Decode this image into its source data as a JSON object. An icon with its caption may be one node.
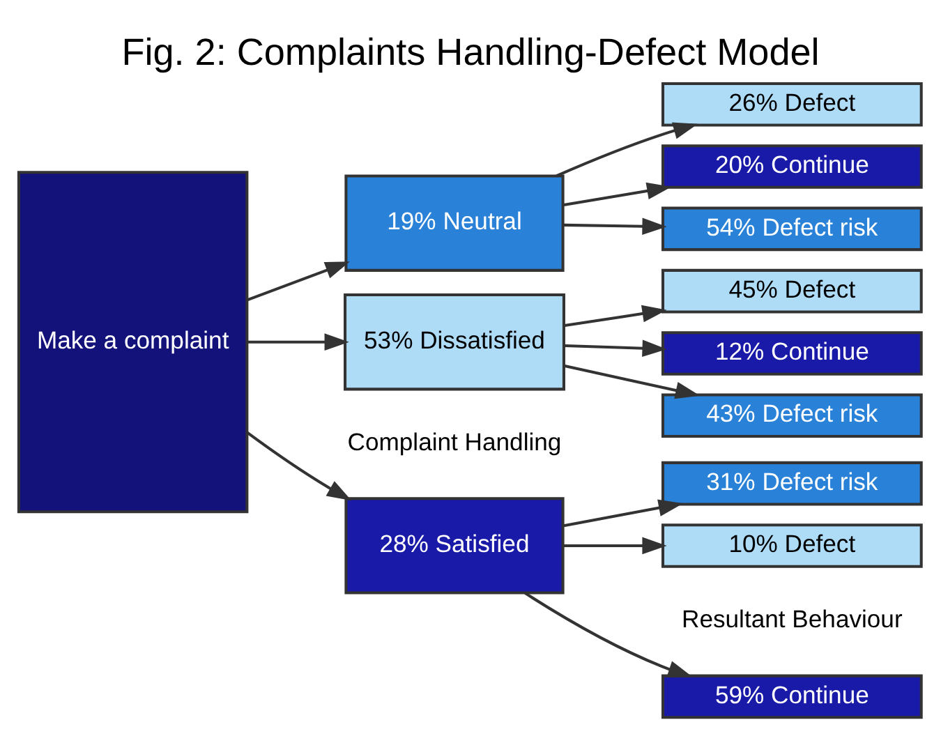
{
  "diagram": {
    "title": "Fig. 2: Complaints Handling-Defect Model",
    "nodes": [
      {
        "text": [
          "Make a complaint"
        ]
      },
      {
        "text": [
          "28% Satisfied"
        ]
      },
      {
        "text": [
          "19% Neutral"
        ]
      },
      {
        "text": [
          "53% Dissatisfied"
        ]
      },
      {
        "text": [
          "59% Continue"
        ]
      },
      {
        "text": [
          "31% Defect risk"
        ]
      },
      {
        "text": [
          "10% Defect"
        ]
      },
      {
        "text": [
          "20% Continue"
        ]
      },
      {
        "text": [
          "54% Defect risk"
        ]
      },
      {
        "text": [
          "26% Defect"
        ]
      },
      {
        "text": [
          "12% Continue"
        ]
      },
      {
        "text": [
          "43% Defect risk"
        ]
      },
      {
        "text": [
          "45% Defect"
        ]
      }
    ],
    "edges": [
      {
        "from": 0,
        "to": 1,
        "arrow": "to"
      },
      {
        "from": 0,
        "to": 2,
        "arrow": "to"
      },
      {
        "from": 0,
        "to": 3,
        "arrow": "to"
      },
      {
        "from": 1,
        "to": 4,
        "arrow": "to"
      },
      {
        "from": 1,
        "to": 5,
        "arrow": "to"
      },
      {
        "from": 1,
        "to": 6,
        "arrow": "to"
      },
      {
        "from": 2,
        "to": 7,
        "arrow": "to"
      },
      {
        "from": 2,
        "to": 8,
        "arrow": "to"
      },
      {
        "from": 2,
        "to": 9,
        "arrow": "to"
      },
      {
        "from": 3,
        "to": 10,
        "arrow": "to"
      },
      {
        "from": 3,
        "to": 11,
        "arrow": "to"
      },
      {
        "from": 3,
        "to": 12,
        "arrow": "to"
      }
    ],
    "labels": [
      "Complaint Handling",
      "Resultant Behaviour"
    ]
  }
}
